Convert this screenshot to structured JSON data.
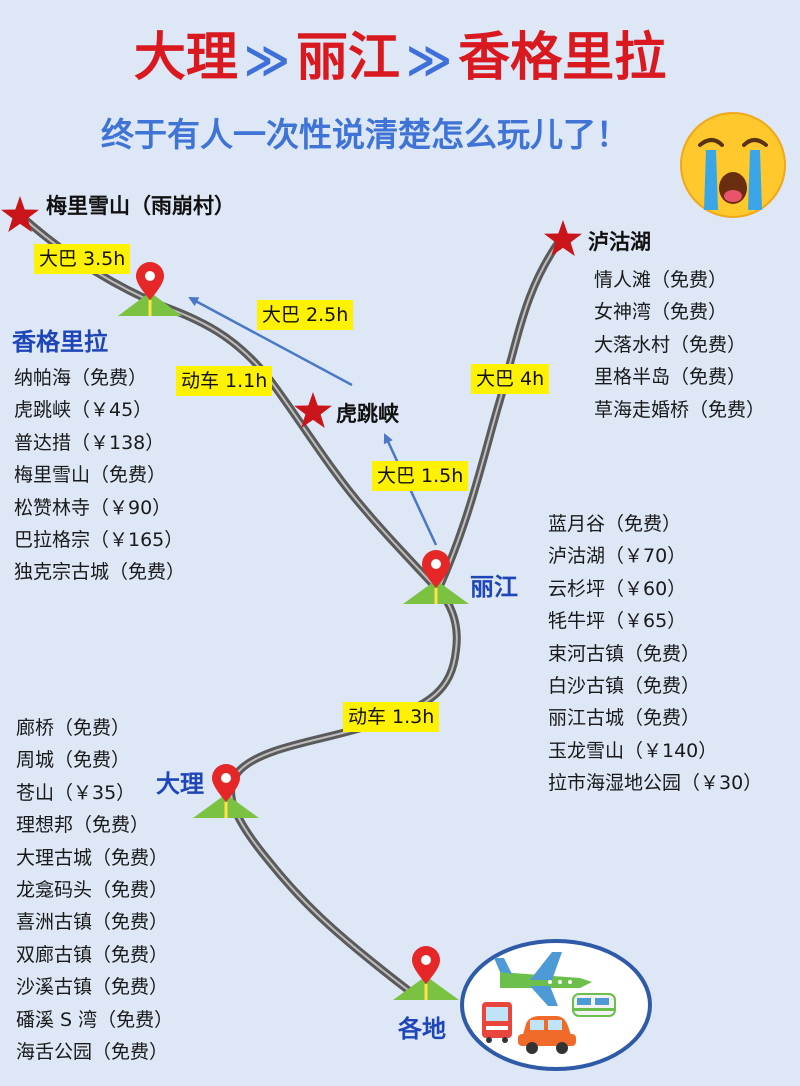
{
  "title": {
    "city1": "大理",
    "city2": "丽江",
    "city3": "香格里拉",
    "arrow": "≫"
  },
  "subtitle": "终于有人一次性说清楚怎么玩儿了！",
  "destinations": {
    "meili": "梅里雪山（雨崩村）",
    "lugu": "泸沽湖",
    "hutiao": "虎跳峡"
  },
  "cities": {
    "shangri_la": "香格里拉",
    "lijiang": "丽江",
    "dali": "大理",
    "origin": "各地"
  },
  "routes": {
    "meili_bus": "大巴 3.5h",
    "hutiao_shangri_bus": "大巴 2.5h",
    "lijiang_shangri_train": "动车 1.1h",
    "lijiang_lugu_bus": "大巴 4h",
    "lijiang_hutiao_bus": "大巴 1.5h",
    "dali_lijiang_train": "动车 1.3h"
  },
  "lists": {
    "lugu": [
      "情人滩（免费）",
      "女神湾（免费）",
      "大落水村（免费）",
      "里格半岛（免费）",
      "草海走婚桥（免费）"
    ],
    "shangri_la": [
      "纳帕海（免费）",
      "虎跳峡（￥45）",
      "普达措（￥138）",
      "梅里雪山（免费）",
      "松赞林寺（￥90）",
      "巴拉格宗（￥165）",
      "独克宗古城（免费）"
    ],
    "lijiang": [
      "蓝月谷（免费）",
      "泸沽湖（￥70）",
      "云杉坪（￥60）",
      "牦牛坪（￥65）",
      "束河古镇（免费）",
      "白沙古镇（免费）",
      "丽江古城（免费）",
      "玉龙雪山（￥140）",
      "拉市海湿地公园（￥30）"
    ],
    "dali": [
      "廊桥（免费）",
      "周城（免费）",
      "苍山（￥35）",
      "理想邦（免费）",
      "大理古城（免费）",
      "龙龛码头（免费）",
      "喜洲古镇（免费）",
      "双廊古镇（免费）",
      "沙溪古镇（免费）",
      "磻溪 S 湾（免费）",
      "海舌公园（免费）"
    ]
  },
  "icons": {
    "emoji": "crying-face-icon",
    "star": "star-icon",
    "pin": "map-pin-icon",
    "transport": [
      "airplane-icon",
      "train-icon",
      "bus-icon",
      "car-icon"
    ]
  },
  "colors": {
    "title_red": "#d9191f",
    "accent_blue": "#3f74d6",
    "city_blue": "#1f46b8",
    "tag_yellow": "#fff200",
    "road_gray": "#5f5f5f",
    "pin_red": "#e52727",
    "marker_green": "#7cc242",
    "background": "#dde7f5"
  }
}
